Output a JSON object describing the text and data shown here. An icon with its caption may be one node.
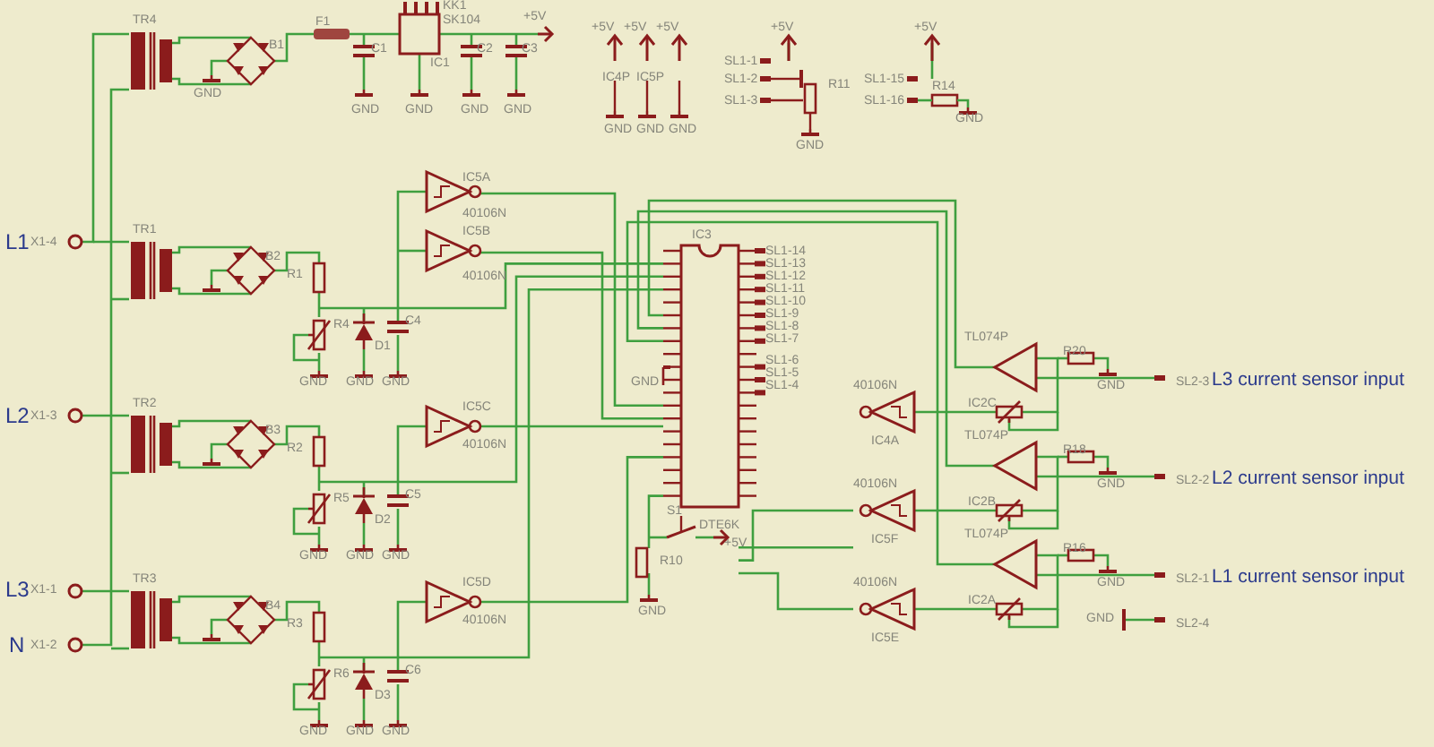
{
  "diagram": {
    "labels": [
      "TR4",
      "F1",
      "KK1",
      "SK104",
      "+5V",
      "+5V",
      "+5V",
      "+5V",
      "+5V",
      "+5V",
      "B1",
      "C1",
      "IC1",
      "C2",
      "C3",
      "GND",
      "IC4P",
      "IC5P",
      "SL1-1",
      "SL1-2",
      "SL1-3",
      "R11",
      "SL1-15",
      "SL1-16",
      "R14",
      "GND",
      "GND",
      "GND",
      "GND",
      "GND",
      "GND",
      "GND",
      "GND",
      "GND",
      "IC5A",
      "40106N",
      "L1",
      "X1-4",
      "TR1",
      "IC5B",
      "40106N",
      "IC3",
      "SL1-14",
      "SL1-13",
      "SL1-12",
      "SL1-11",
      "SL1-10",
      "SL1-9",
      "SL1-8",
      "SL1-7",
      "B2",
      "R1",
      "R4",
      "D1",
      "C4",
      "GND",
      "SL1-6",
      "SL1-5",
      "SL1-4",
      "TL074P",
      "R20",
      "IC2C",
      "GND",
      "GND",
      "GND",
      "GND",
      "SL2-3",
      "L3 current sensor input",
      "40106N",
      "IC4A",
      "IC5C",
      "40106N",
      "L2",
      "X1-3",
      "TR2",
      "B3",
      "R2",
      "TL074P",
      "R18",
      "IC2B",
      "GND",
      "SL2-2",
      "L2 current sensor input",
      "R5",
      "D2",
      "C5",
      "40106N",
      "S1",
      "DTE6K",
      "+5V",
      "IC5F",
      "TL074P",
      "R16",
      "IC2A",
      "GND",
      "SL2-1",
      "L1 current sensor input",
      "GND",
      "GND",
      "GND",
      "R10",
      "IC5D",
      "40106N",
      "L3",
      "X1-1",
      "TR3",
      "B4",
      "R3",
      "GND",
      "40106N",
      "IC5E",
      "GND",
      "SL2-4",
      "N",
      "X1-2",
      "R6",
      "D3",
      "C6",
      "GND",
      "GND",
      "GND"
    ]
  }
}
